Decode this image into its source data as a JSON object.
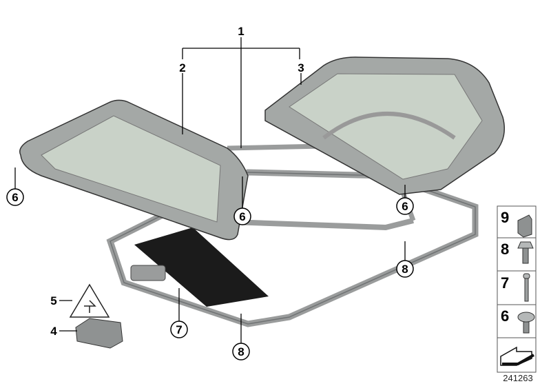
{
  "callouts": {
    "c1": "1",
    "c2": "2",
    "c3": "3",
    "c4": "4",
    "c5": "5",
    "c6a": "6",
    "c6b": "6",
    "c6c": "6",
    "c7": "7",
    "c8a": "8",
    "c8b": "8"
  },
  "parts_panel": {
    "items": [
      {
        "number": "9",
        "icon": "clip-icon"
      },
      {
        "number": "8",
        "icon": "hex-bolt-icon"
      },
      {
        "number": "7",
        "icon": "torx-screw-icon"
      },
      {
        "number": "6",
        "icon": "collar-screw-icon"
      }
    ],
    "last_icon": "arrow-icon"
  },
  "diagram_number": "241263",
  "colors": {
    "glass": "#c9d2c8",
    "frame": "#8a8c8c",
    "outline": "#333333"
  }
}
